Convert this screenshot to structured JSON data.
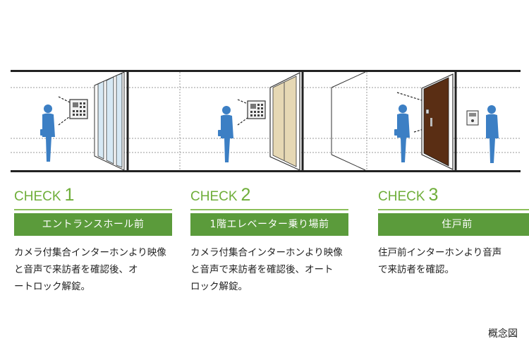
{
  "checks": [
    {
      "label": "CHECK",
      "number": "1",
      "location": "エントランスホール前",
      "desc_lines": [
        "カメラ付集合インターホンより映像",
        "と音声で来訪者を確認後、オ",
        "ートロック解錠。"
      ]
    },
    {
      "label": "CHECK",
      "number": "2",
      "location": "1階エレベーター乗り場前",
      "desc_lines": [
        "カメラ付集合インターホンより映像",
        "と音声で来訪者を確認後、オート",
        "ロック解錠。"
      ]
    },
    {
      "label": "CHECK",
      "number": "3",
      "location": "住戸前",
      "desc_lines": [
        "住戸前インターホンより音声",
        "で来訪者を確認。"
      ]
    }
  ],
  "caption": "概念図",
  "colors": {
    "accent_green": "#5b9b3b",
    "title_green": "#6fae3a",
    "figure_blue": "#3c7fc4",
    "door_brown": "#5a2e14",
    "elevator_beige": "#e6d8b4",
    "glass_blue": "#d6e8f4"
  }
}
